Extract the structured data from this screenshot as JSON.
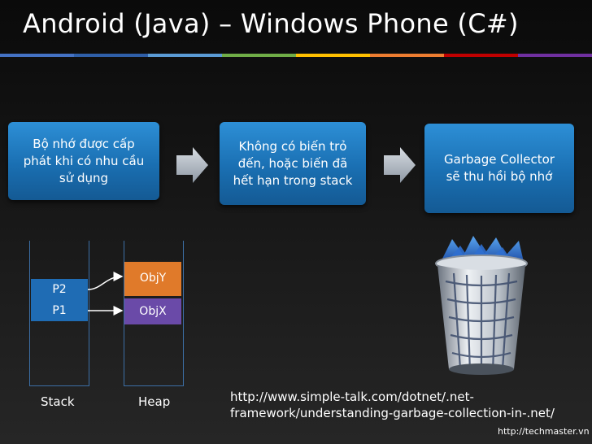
{
  "slide": {
    "title": "Android (Java) – Windows Phone (C#)",
    "rule_colors": [
      "#4472c4",
      "#2f5fa8",
      "#5b9bd5",
      "#70ad47",
      "#ffc000",
      "#ed7d31",
      "#c00000",
      "#7030a0"
    ]
  },
  "steps": [
    {
      "line1": "Bộ nhớ được cấp",
      "line2": "phát khi có nhu cầu",
      "line3": "sử dụng"
    },
    {
      "line1": "Không có biến trỏ",
      "line2": "đến, hoặc biến đã",
      "line3": "hết hạn trong stack"
    },
    {
      "line1": "Garbage Collector",
      "line2": "sẽ thu hồi bộ nhớ"
    }
  ],
  "diagram": {
    "stack_label": "Stack",
    "heap_label": "Heap",
    "stack_cells": [
      "P2",
      "P1"
    ],
    "heap_cells": [
      "ObjY",
      "ObjX"
    ],
    "colors": {
      "stack_cell": "#1f6cb4",
      "objy": "#e07a2a",
      "objx": "#6a4aa8"
    }
  },
  "trash_icon": "trash-can-icon",
  "reference": {
    "line1": "http://www.simple-talk.com/dotnet/.net-",
    "line2": "framework/understanding-garbage-collection-in-.net/",
    "credit": "http://techmaster.vn"
  }
}
